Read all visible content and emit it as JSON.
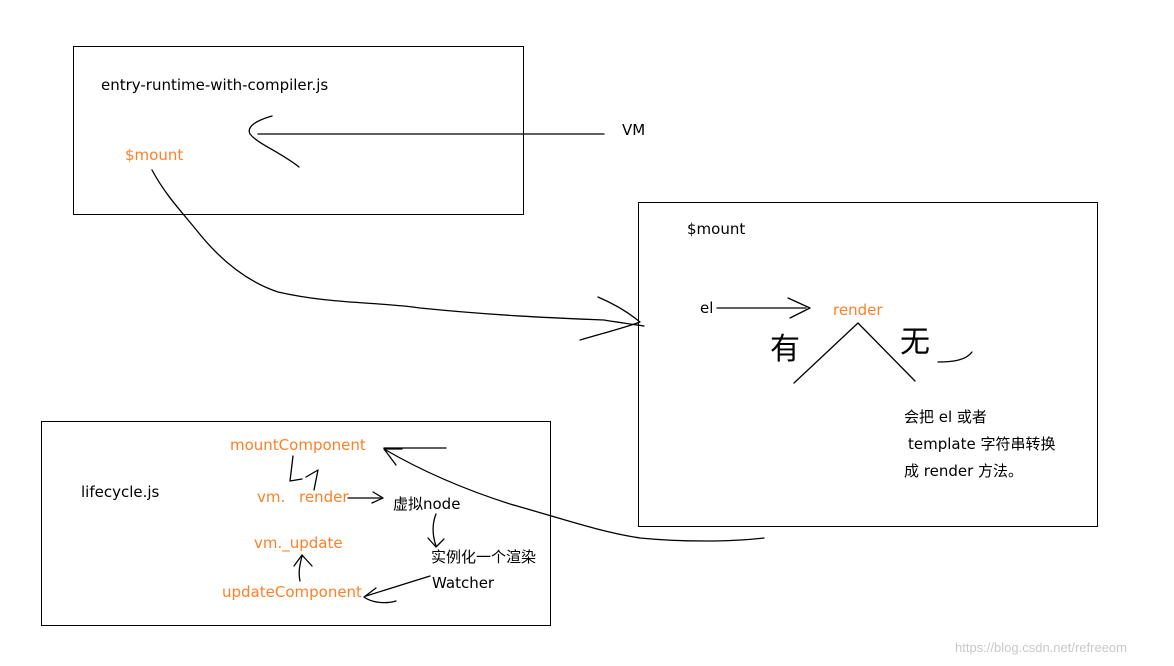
{
  "entry_box": {
    "file": "entry-runtime-with-compiler.js",
    "mount": "$mount",
    "vm_label": "VM"
  },
  "mount_box": {
    "title": "$mount",
    "el": "el",
    "render": "render",
    "has": "有",
    "none": "无",
    "note_line1": "会把 el 或者",
    "note_line2": "template 字符串转换",
    "note_line3": "成 render 方法。"
  },
  "lifecycle_box": {
    "file": "lifecycle.js",
    "mount_component": "mountComponent",
    "vm_prefix": "vm.",
    "render": "render",
    "vnode": "虚拟node",
    "vm_update": "vm._update",
    "watcher_line1": "实例化一个渲染",
    "watcher_line2": "Watcher",
    "update_component": "updateComponent"
  },
  "watermark": "https://blog.csdn.net/refreeom",
  "colors": {
    "accent": "#ff7f27",
    "line": "#000000",
    "watermark": "#c8c8c8"
  }
}
